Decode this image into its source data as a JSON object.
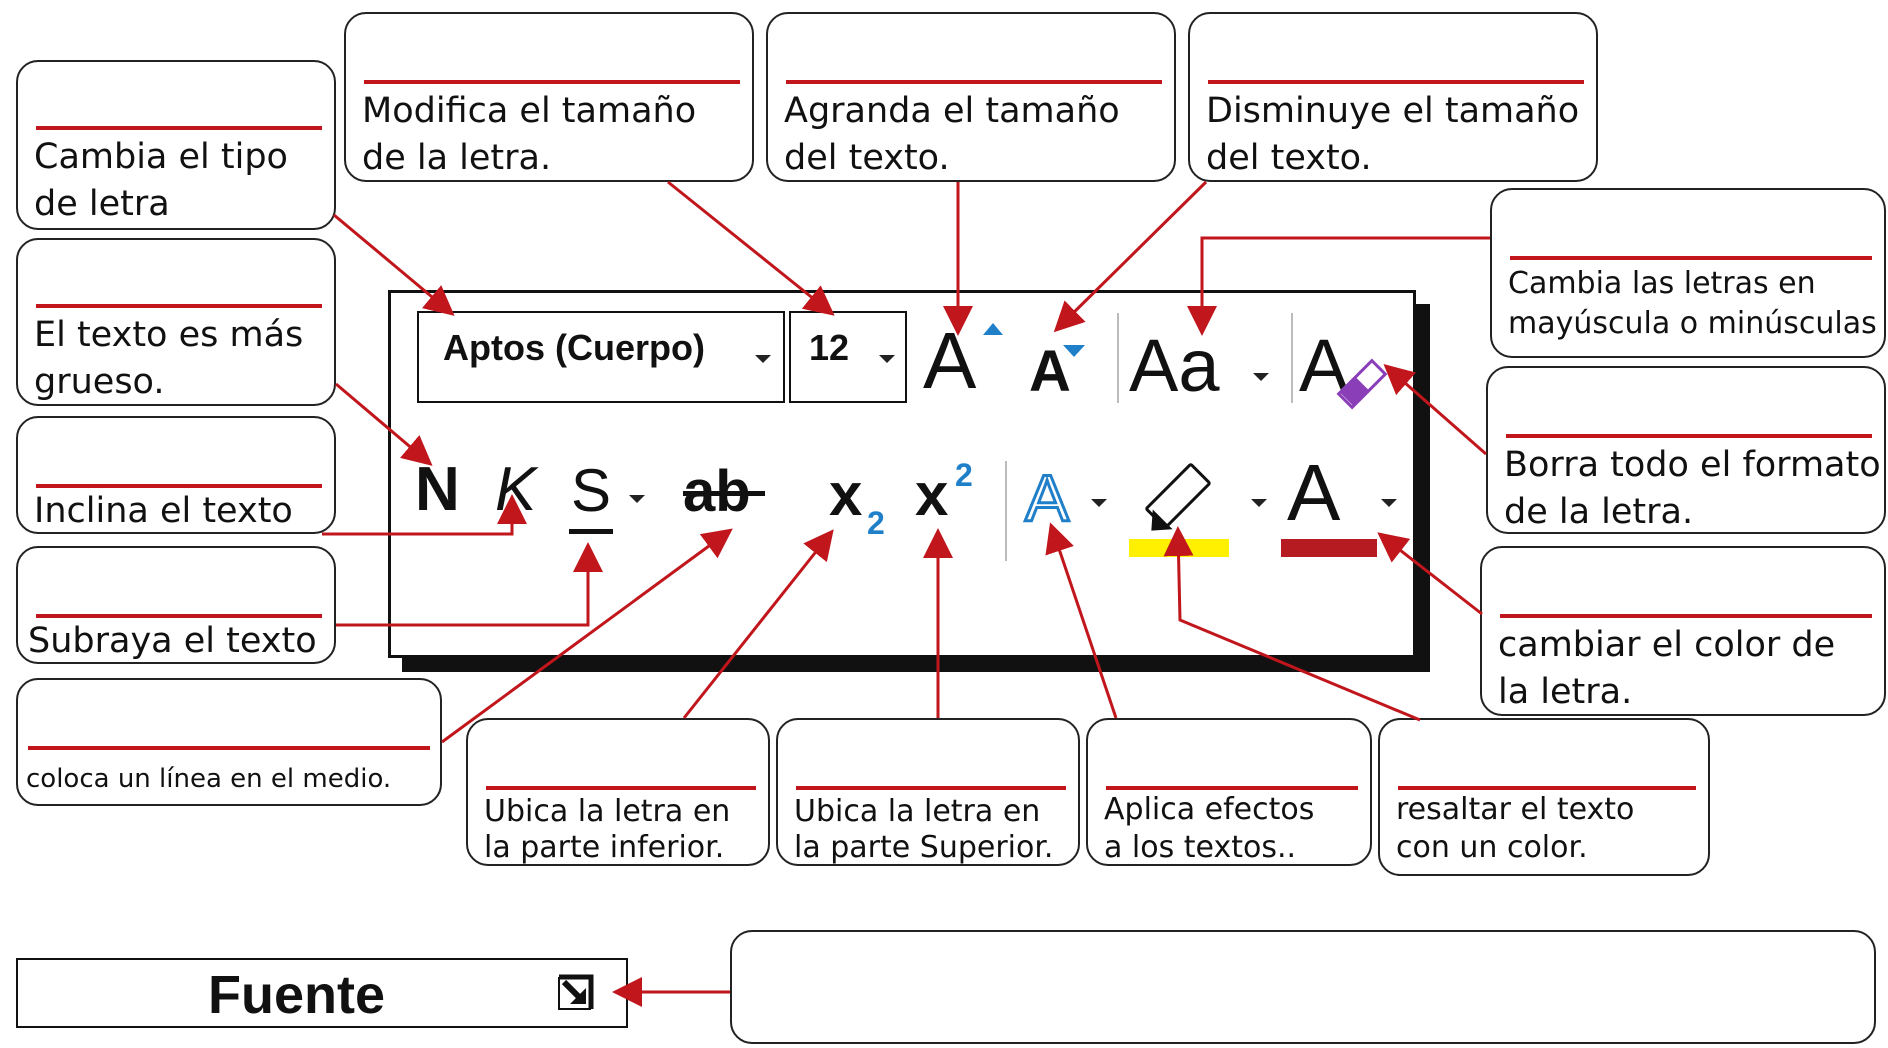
{
  "callouts": {
    "font_type": [
      "Cambia el tipo",
      "de letra"
    ],
    "font_size": [
      "Modifica el tamaño",
      "de la letra."
    ],
    "grow": [
      "Agranda el tamaño",
      "del texto."
    ],
    "shrink": [
      "Disminuye el tamaño",
      "del texto."
    ],
    "case": [
      "Cambia las letras en",
      "mayúscula o minúsculas"
    ],
    "bold": [
      "El texto es más",
      "grueso."
    ],
    "italic": [
      "Inclina el texto"
    ],
    "clear": [
      "Borra todo el formato",
      "de la letra."
    ],
    "underline": [
      "Subraya el texto"
    ],
    "color": [
      "cambiar el color de",
      "la letra."
    ],
    "strike": [
      "coloca un línea en el medio."
    ],
    "subscript": [
      "Ubica la letra en",
      "la parte inferior."
    ],
    "superscript": [
      "Ubica la letra en",
      "la parte Superior."
    ],
    "effects": [
      "Aplica efectos",
      "a los textos.."
    ],
    "highlight": [
      "resaltar el texto",
      "con un color."
    ]
  },
  "toolbar": {
    "font_name": "Aptos (Cuerpo)",
    "font_size": "12",
    "grow_glyph": "A",
    "shrink_glyph": "A",
    "case_glyph": "Aa",
    "clear_glyph": "A",
    "bold_glyph": "N",
    "italic_glyph": "K",
    "underline_glyph": "S",
    "strike_glyph": "ab",
    "subscript_base": "x",
    "subscript_index": "2",
    "superscript_base": "x",
    "superscript_index": "2",
    "effects_glyph": "A",
    "color_glyph": "A"
  },
  "group": {
    "label": "Fuente"
  },
  "colors": {
    "annotation_red": "#c0161c",
    "accent_blue": "#1f7fc9",
    "highlight_yellow": "#ffef00",
    "font_color_bar": "#b51b20",
    "eraser_purple": "#8a3fb8"
  }
}
